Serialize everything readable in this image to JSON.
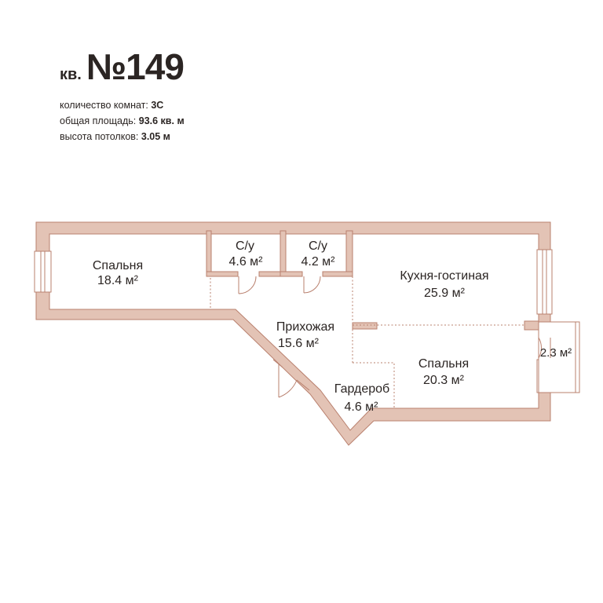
{
  "apartment": {
    "prefix": "кв.",
    "number": "№149"
  },
  "info": [
    {
      "label": "количество комнат:",
      "value": "3С"
    },
    {
      "label": "общая площадь:",
      "value": "93.6 кв. м"
    },
    {
      "label": "высота потолков:",
      "value": "3.05 м"
    }
  ],
  "rooms": {
    "bedroom1": {
      "name": "Спальня",
      "area": "18.4 м²"
    },
    "bath1": {
      "name": "С/у",
      "area": "4.6 м²"
    },
    "bath2": {
      "name": "С/у",
      "area": "4.2 м²"
    },
    "kitchen": {
      "name": "Кухня-гостиная",
      "area": "25.9 м²"
    },
    "hall": {
      "name": "Прихожая",
      "area": "15.6 м²"
    },
    "bedroom2": {
      "name": "Спальня",
      "area": "20.3 м²"
    },
    "wardrobe": {
      "name": "Гардероб",
      "area": "4.6 м²"
    },
    "balcony": {
      "name": "",
      "area": "2.3 м²"
    }
  },
  "colors": {
    "wall": "#e3c3b5",
    "wall_stroke": "#b9806e",
    "text": "#2b2523"
  }
}
